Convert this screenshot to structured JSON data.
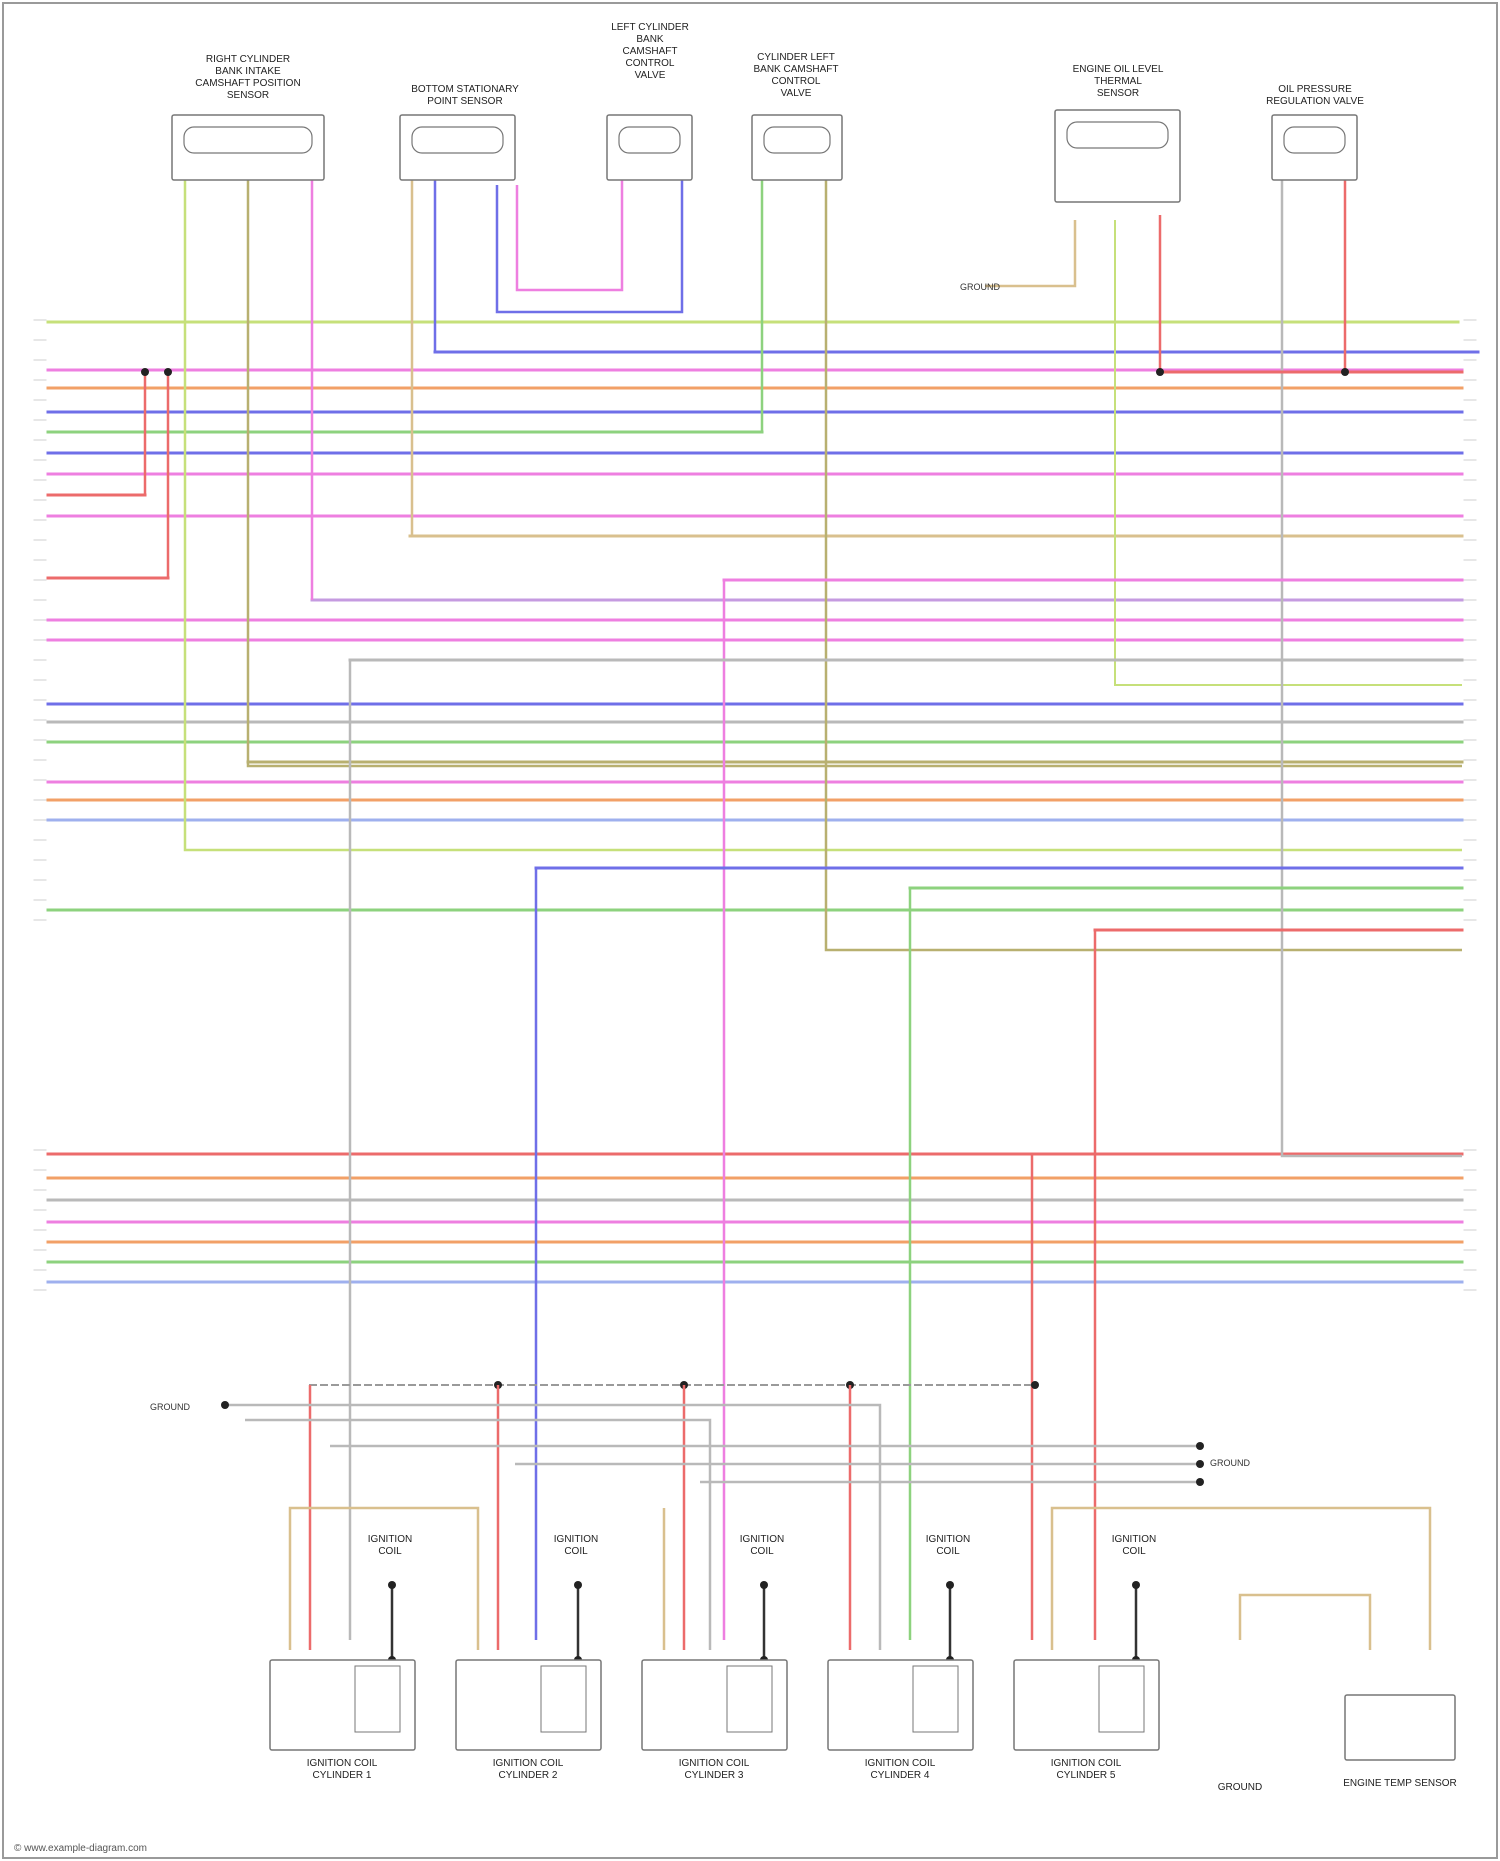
{
  "footer": "© www.example-diagram.com",
  "components_top": [
    {
      "name": "right-cylinder-bank-variable-camshaft-sensor",
      "label": [
        "RIGHT CYLINDER",
        "BANK INTAKE",
        "CAMSHAFT POSITION",
        "SENSOR"
      ]
    },
    {
      "name": "bottom-dead-center-sensor",
      "label": [
        "BOTTOM STATIONARY",
        "POINT SENSOR"
      ]
    },
    {
      "name": "left-bank-camshaft-control-valve",
      "label": [
        "LEFT CYLINDER",
        "BANK",
        "CAMSHAFT",
        "CONTROL",
        "VALVE"
      ]
    },
    {
      "name": "cylinder-bank-variable-camshaft-valve",
      "label": [
        "CYLINDER LEFT",
        "BANK CAMSHAFT",
        "CONTROL",
        "VALVE"
      ]
    },
    {
      "name": "engine-oil-level-thermal-sensor",
      "label": [
        "ENGINE OIL LEVEL",
        "THERMAL",
        "SENSOR"
      ]
    },
    {
      "name": "oil-pressure-regulation-valve",
      "label": [
        "OIL PRESSURE",
        "REGULATION VALVE"
      ]
    }
  ],
  "components_bottom": [
    {
      "name": "ignition-coil-1",
      "label": [
        "IGNITION COIL",
        "CYLINDER 1"
      ],
      "caption": [
        "IGNITION",
        "COIL"
      ]
    },
    {
      "name": "ignition-coil-2",
      "label": [
        "IGNITION COIL",
        "CYLINDER 2"
      ],
      "caption": [
        "IGNITION",
        "COIL"
      ]
    },
    {
      "name": "ignition-coil-3",
      "label": [
        "IGNITION COIL",
        "CYLINDER 3"
      ],
      "caption": [
        "IGNITION",
        "COIL"
      ]
    },
    {
      "name": "ignition-coil-4",
      "label": [
        "IGNITION COIL",
        "CYLINDER 4"
      ],
      "caption": [
        "IGNITION",
        "COIL"
      ]
    },
    {
      "name": "ignition-coil-5",
      "label": [
        "IGNITION COIL",
        "CYLINDER 5"
      ],
      "caption": [
        "IGNITION",
        "COIL"
      ]
    },
    {
      "name": "engine-temp-sensor",
      "label": [
        "ENGINE TEMP SENSOR"
      ],
      "caption": [
        "GROUND"
      ]
    }
  ],
  "ground_labels": {
    "top": "GROUND",
    "left": "GROUND",
    "right": "GROUND",
    "bottom": "GROUND"
  },
  "colors": {
    "yellow_green": "#c6e07a",
    "blue": "#6f6fe8",
    "pink": "#ee7fe0",
    "red": "#ec6b6b",
    "orange": "#f2a067",
    "green": "#8dd27e",
    "gray": "#b9b9b9",
    "tan": "#d9c08e",
    "light_blue": "#9fb0ee",
    "violet": "#c59be0",
    "olive": "#b8b070",
    "black": "#333333"
  }
}
